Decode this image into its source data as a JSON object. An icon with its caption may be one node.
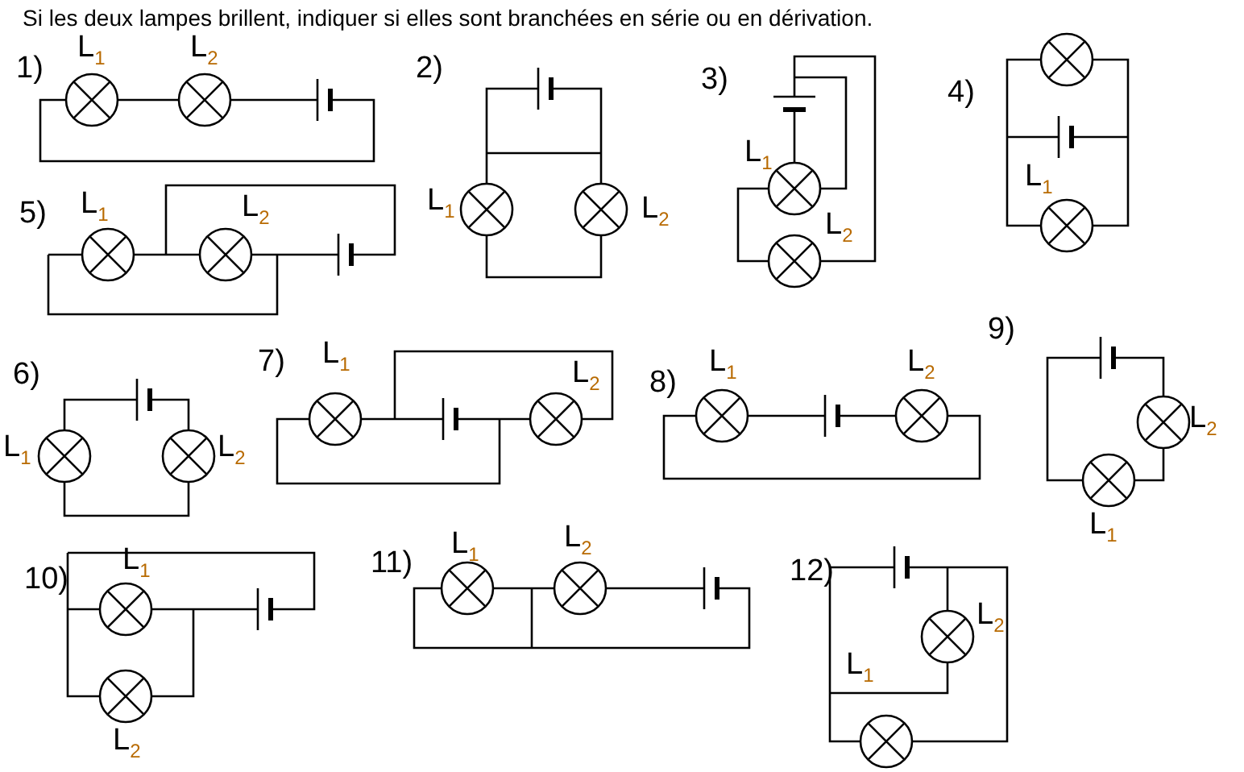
{
  "diagram": {
    "title": "Si les deux lampes brillent, indiquer si elles sont branchées en série ou en dérivation.",
    "labels": [
      "1)",
      "L$_{1}$",
      "L$_{2}$",
      "2)",
      "3)",
      "4)",
      "5)",
      "L$_{1}$",
      "L$_{2}$",
      "L$_{1}$",
      "L$_{2}$",
      "L$_{1}$",
      "L$_{2}$",
      "L$_{1}$",
      "6)",
      "7)",
      "8)",
      "9)",
      "L$_{1}$",
      "L$_{2}$",
      "L$_{1}$",
      "L$_{2}$",
      "L$_{1}$",
      "L$_{2}$",
      "L$_{2}$",
      "L$_{1}$",
      "10)",
      "L$_{1}$",
      "11)",
      "L$_{1}$",
      "L$_{2}$",
      "12)",
      "L$_{2}$",
      "L$_{1}$",
      "L$_{2}$"
    ]
  }
}
